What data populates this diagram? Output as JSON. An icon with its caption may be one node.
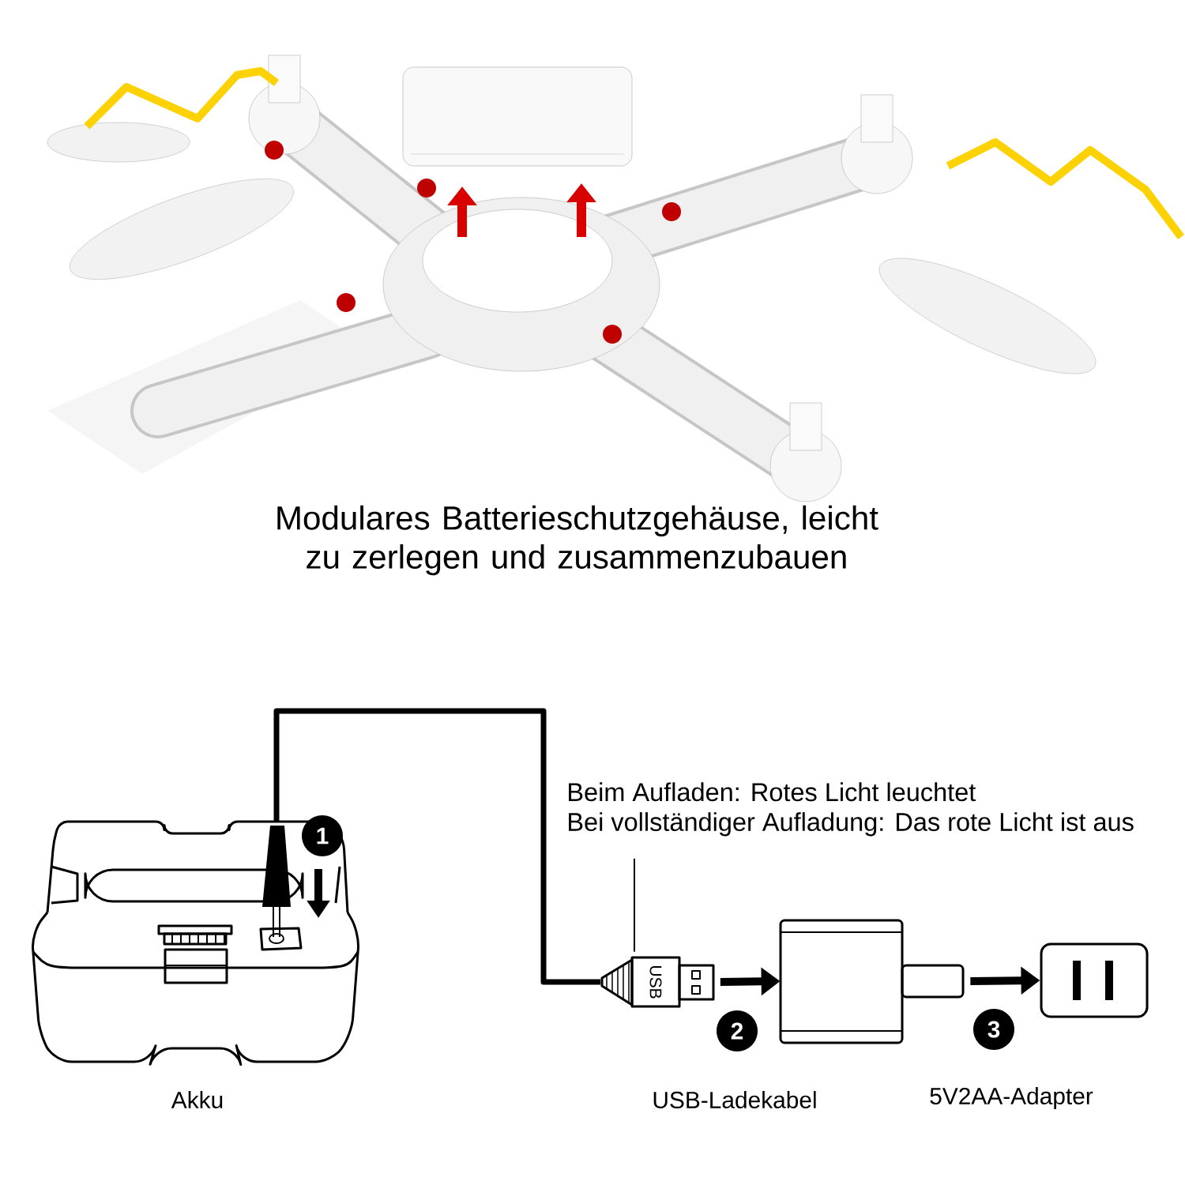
{
  "diagram": {
    "caption": "Modulares Batterieschutzgehäuse, leicht zu zerlegen und zusammenzubauen",
    "nodes": [
      {
        "text": [
          "Akku"
        ]
      },
      {
        "text": [
          "USB",
          "USB-Ladekabel"
        ]
      },
      {
        "text": [
          "5V2AA-Adapter"
        ]
      },
      {
        "text": [],
        "shape": "box"
      },
      {
        "text": [
          "Beim Aufladen: Rotes Licht leuchtet",
          "Bei vollständiger Aufladung: Das rote Licht ist aus"
        ]
      }
    ],
    "edges": [
      {
        "from": 1,
        "to": 0,
        "arrow": "none"
      },
      {
        "from": 1,
        "to": 2,
        "arrow": "to"
      },
      {
        "from": 2,
        "to": 3,
        "arrow": "to"
      },
      {
        "from": 4,
        "to": 1,
        "arrow": "none"
      }
    ],
    "labels": [
      "1",
      "2",
      "3"
    ]
  }
}
